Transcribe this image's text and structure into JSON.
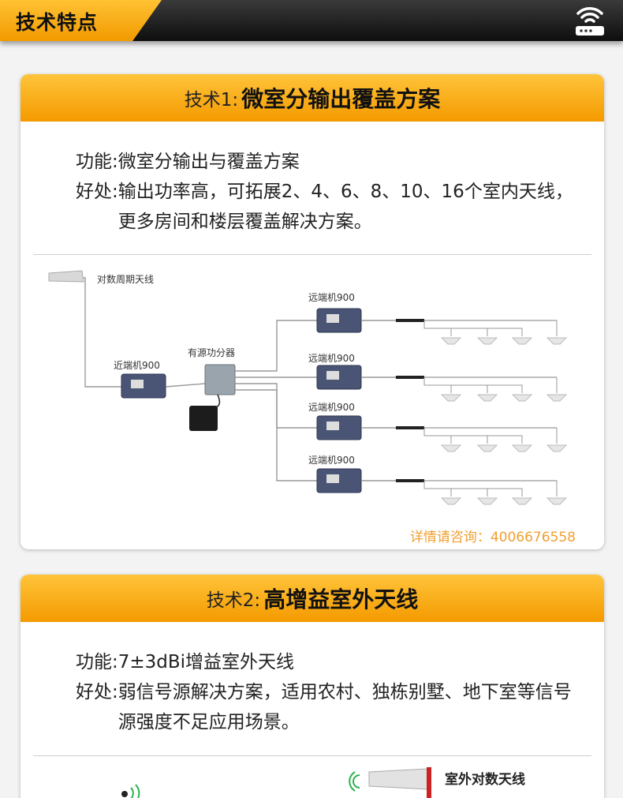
{
  "header": {
    "title": "技术特点",
    "icon": "router-wifi-icon"
  },
  "tech1": {
    "prefix": "技术1:",
    "title": "微室分输出覆盖方案",
    "function_label": "功能:",
    "function_text": "微室分输出与覆盖方案",
    "benefit_label": "好处:",
    "benefit_text": "输出功率高，可拓展2、4、6、8、10、16个室内天线，更多房间和楼层覆盖解决方案。",
    "diagram": {
      "outdoor_antenna": "对数周期天线",
      "near_unit": "近端机900",
      "splitter": "有源功分器",
      "far_unit": "远端机900"
    },
    "contact": "详情请咨询：4006676558"
  },
  "tech2": {
    "prefix": "技术2:",
    "title": "高增益室外天线",
    "function_label": "功能:",
    "function_text": "7±3dBi增益室外天线",
    "benefit_label": "好处:",
    "benefit_text": "弱信号源解决方案，适用农村、独栋别墅、地下室等信号源强度不足应用场景。",
    "diagram": {
      "outdoor_antenna": "室外对数天线"
    }
  }
}
